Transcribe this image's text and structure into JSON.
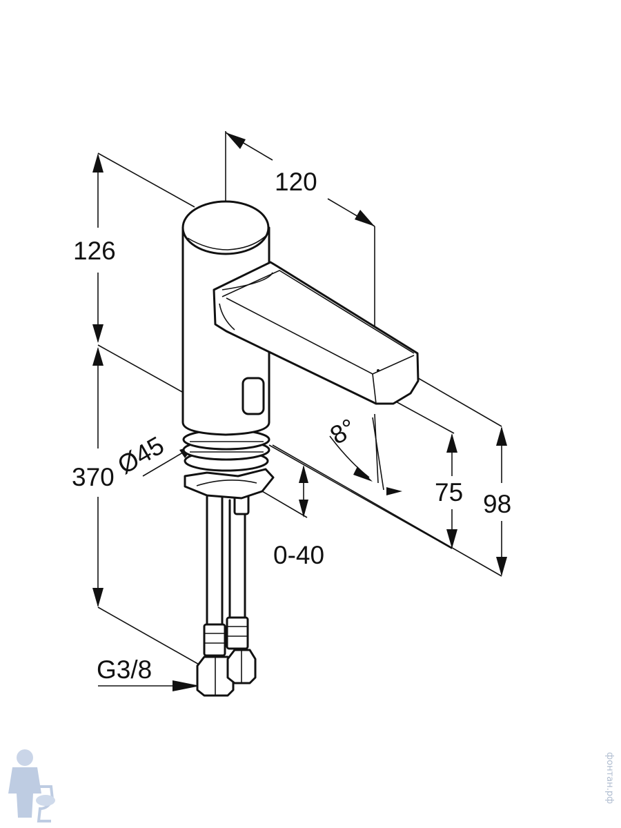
{
  "dimensions": {
    "top_height": "126",
    "spout_length": "120",
    "total_height": "370",
    "diameter": "Ø45",
    "angle": "8°",
    "spout_height": "75",
    "overall_height": "98",
    "adjust_range": "0-40",
    "connection": "G3/8"
  },
  "watermark": {
    "text": "фонтан.рф",
    "logo": "plumber-with-toilet-logo"
  },
  "colors": {
    "line": "#111111",
    "background": "#ffffff",
    "watermark": "#b0bdd0"
  }
}
